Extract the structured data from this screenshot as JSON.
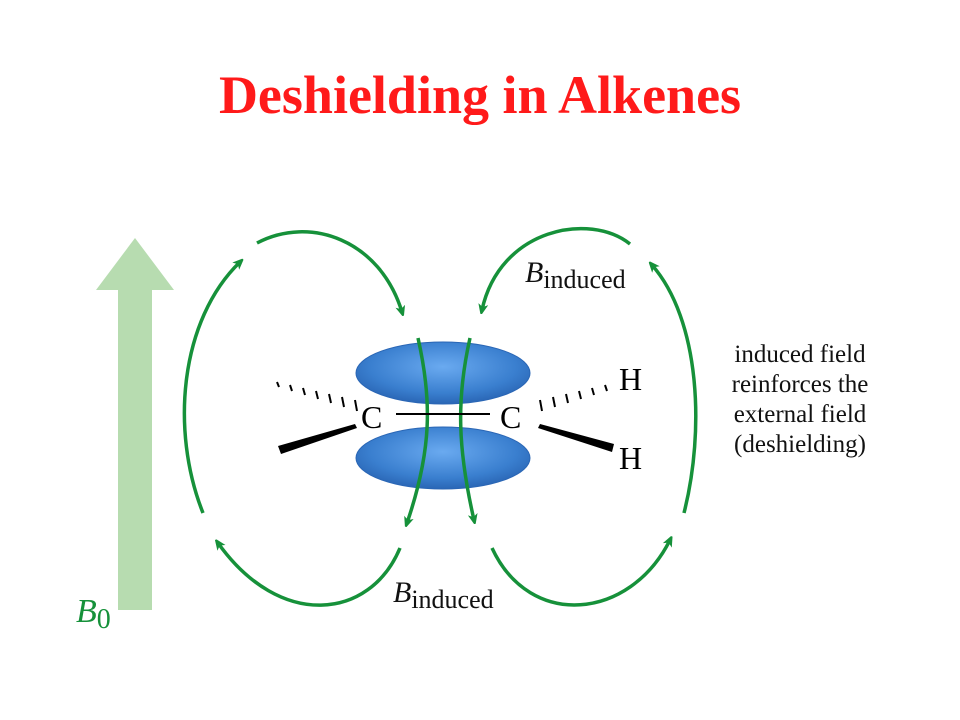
{
  "title": "Deshielding in Alkenes",
  "colors": {
    "title": "#ff1a1a",
    "field_lines": "#16913a",
    "orbital": "#3a7fcf",
    "external_arrow": "#b7dcb0",
    "b0_label": "#16913a",
    "bonds": "#000000"
  },
  "labels": {
    "b_induced_top": {
      "main": "B",
      "sub": "induced"
    },
    "b_induced_bottom": {
      "main": "B",
      "sub": "induced"
    },
    "b0": {
      "main": "B",
      "sub": "0"
    }
  },
  "atoms": {
    "carbon_left": "C",
    "carbon_right": "C",
    "hydrogen_top": "H",
    "hydrogen_bottom": "H"
  },
  "note_lines": [
    "induced field",
    "reinforces the",
    "external field",
    "(deshielding)"
  ]
}
